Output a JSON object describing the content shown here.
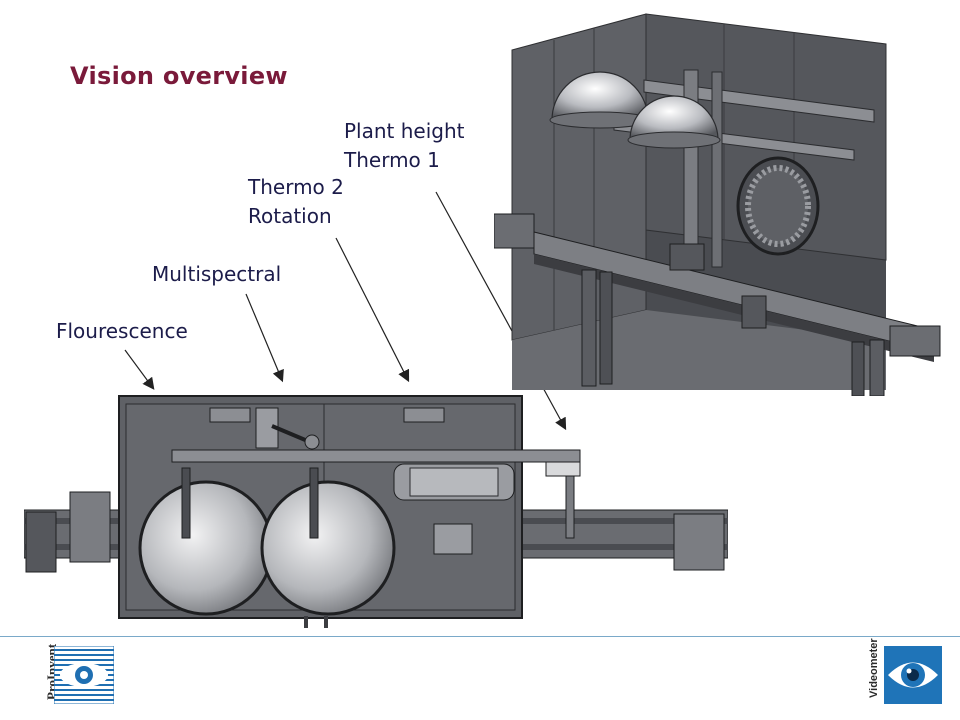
{
  "slide": {
    "title": "Vision overview",
    "labels": {
      "plant_height": "Plant height",
      "thermo1": "Thermo 1",
      "thermo2": "Thermo 2",
      "rotation": "Rotation",
      "multispectral": "Multispectral",
      "flourescence": "Flourescence"
    }
  },
  "footer": {
    "left_logo": "ProInvent",
    "right_logo": "Videometer"
  },
  "colors": {
    "title": "#7a1a3a",
    "label_text": "#1c1c4a",
    "footer_line": "#7aa9c9",
    "machine_gray": "#5b5d63",
    "logo_blue": "#1f74b8"
  }
}
